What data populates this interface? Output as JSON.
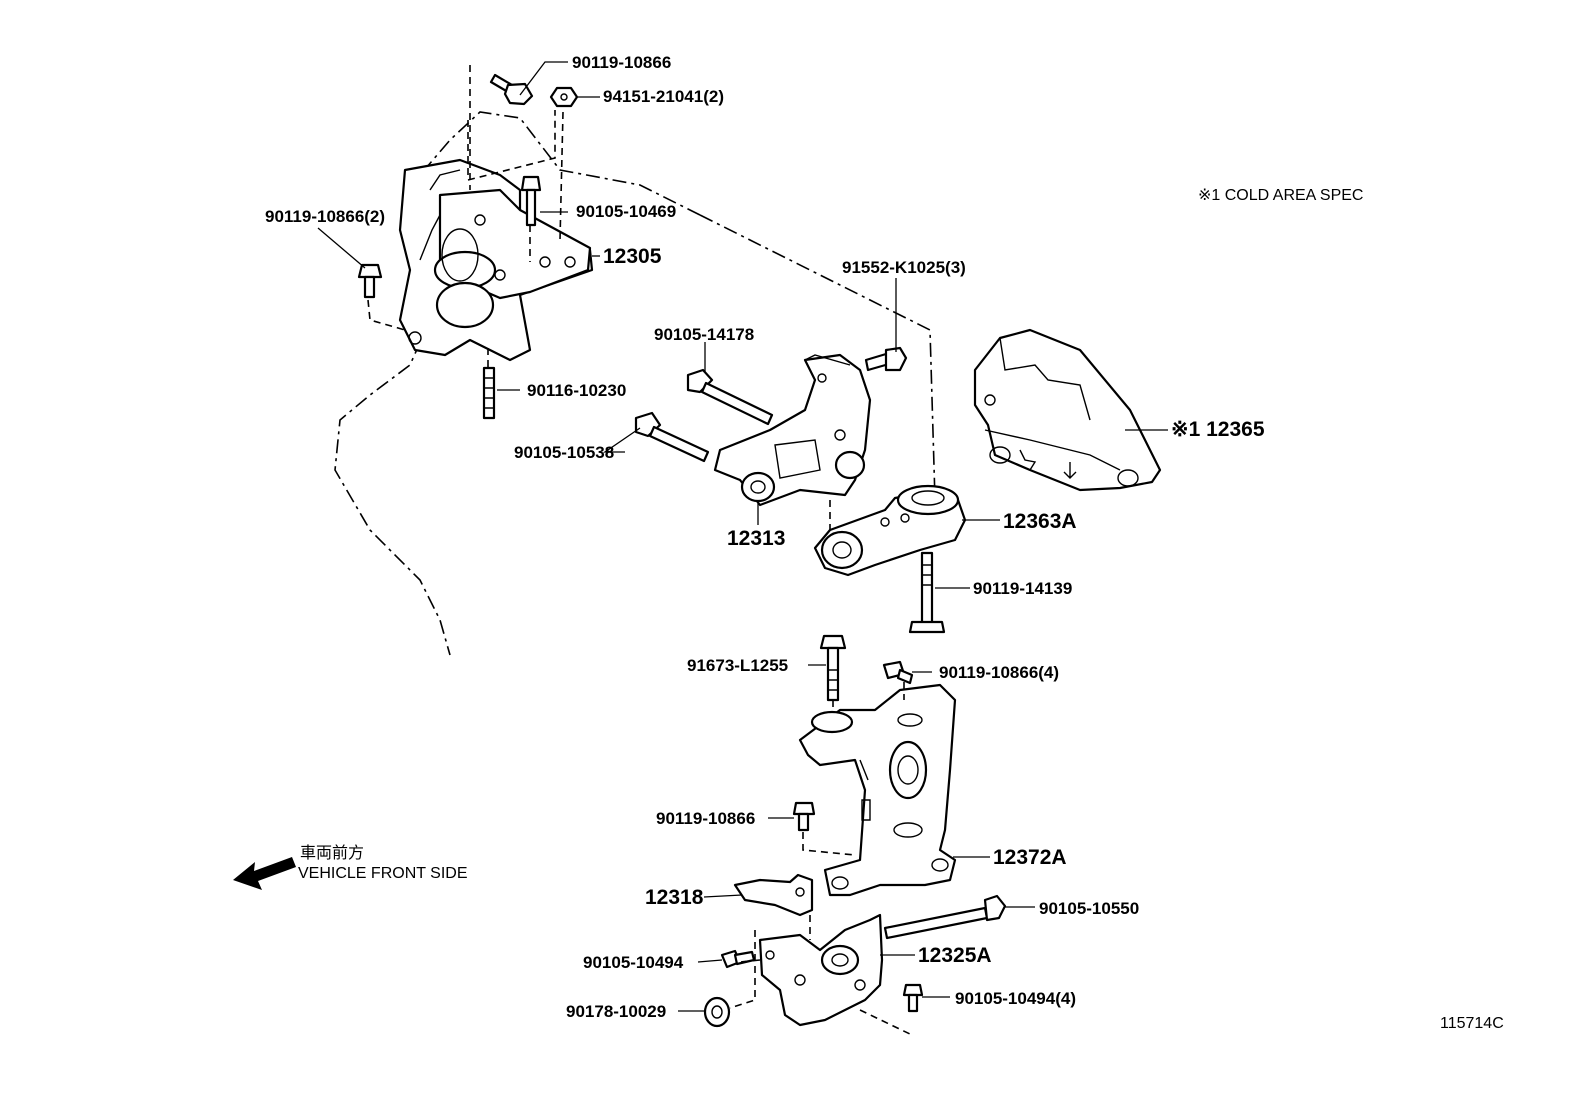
{
  "notes": {
    "cold_area": "※1  COLD AREA SPEC",
    "front_jp": "車両前方",
    "front_en": "VEHICLE FRONT SIDE",
    "figure_id": "115714C"
  },
  "callouts": [
    "90119-10866",
    "94151-21041(2)",
    "90105-10469",
    "12305",
    "90119-10866(2)",
    "90116-10230",
    "91552-K1025(3)",
    "90105-14178",
    "90105-10538",
    "12313",
    "12363A",
    "90119-14139",
    "※1  12365",
    "91673-L1255",
    "90119-10866(4)",
    "90119-10866",
    "12372A",
    "12318",
    "90105-10550",
    "12325A",
    "90105-10494",
    "90105-10494(4)",
    "90178-10029"
  ]
}
